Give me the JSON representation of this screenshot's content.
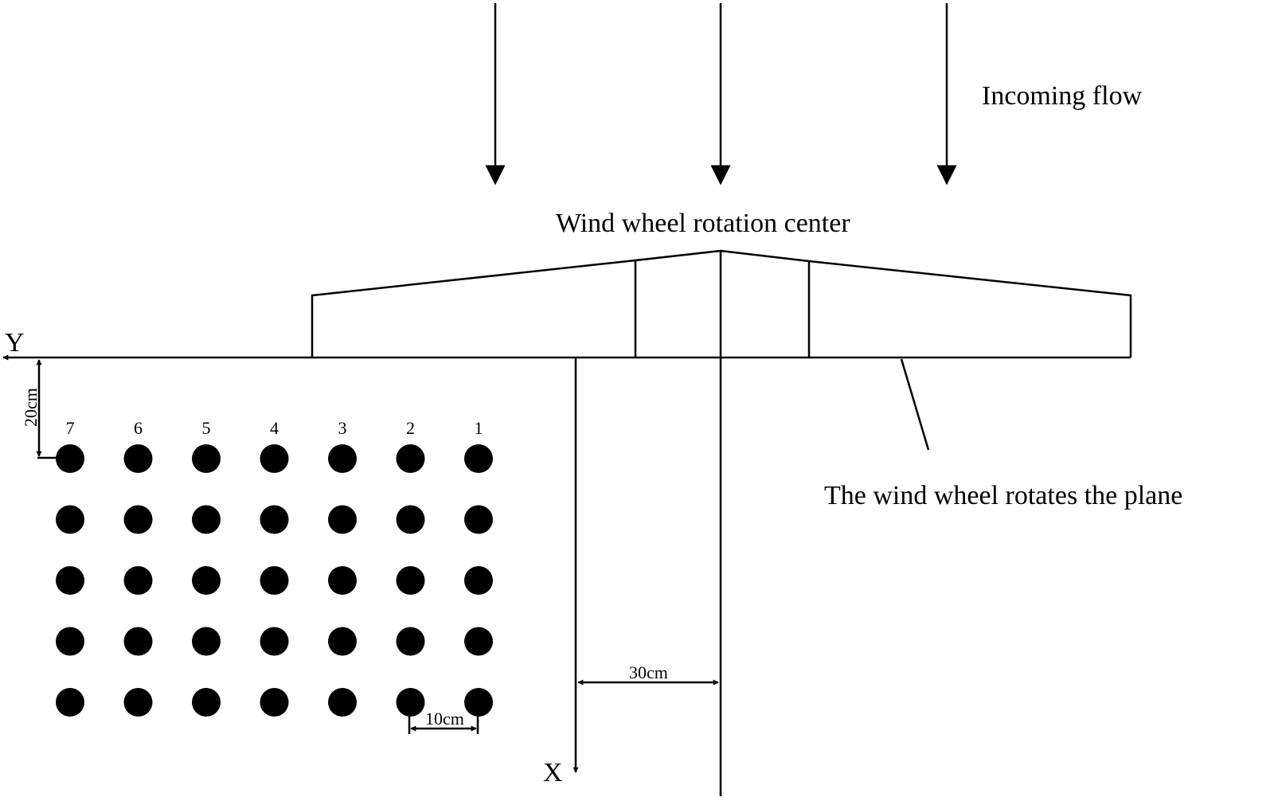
{
  "labels": {
    "incoming_flow": "Incoming flow",
    "rotation_center": "Wind wheel rotation center",
    "rotation_plane": "The wind wheel rotates the plane",
    "y_axis": "Y",
    "x_axis": "X",
    "dim_20": "20cm",
    "dim_30": "30cm",
    "dim_10": "10cm"
  },
  "grid": {
    "columns": [
      "7",
      "6",
      "5",
      "4",
      "3",
      "2",
      "1"
    ],
    "rows": 5
  },
  "colors": {
    "ink": "#000000",
    "background": "#ffffff"
  }
}
